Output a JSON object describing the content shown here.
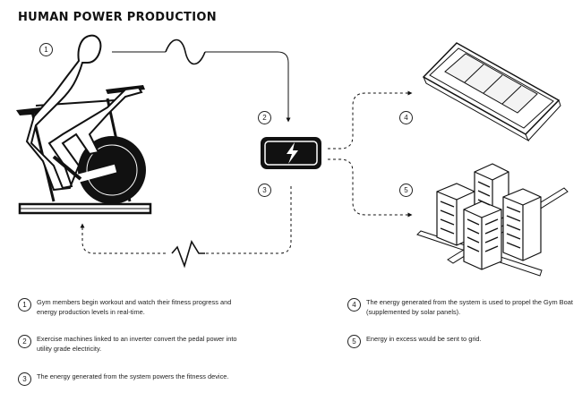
{
  "title": "HUMAN POWER PRODUCTION",
  "steps": {
    "s1": "1",
    "s2": "2",
    "s3": "3",
    "s4": "4",
    "s5": "5"
  },
  "legend": [
    {
      "num": "1",
      "text": "Gym members begin workout and watch their fitness progress and energy production levels in real-time."
    },
    {
      "num": "2",
      "text": "Exercise machines linked to an inverter convert the pedal power into utility grade electricity."
    },
    {
      "num": "3",
      "text": "The energy generated from the system powers the fitness device."
    },
    {
      "num": "4",
      "text": "The energy generated from the system is used to propel the Gym Boat (supplemented by solar panels)."
    },
    {
      "num": "5",
      "text": "Energy in excess would be sent to grid."
    }
  ],
  "icons": {
    "cyclist": "cyclist-on-exercise-bike",
    "inverter": "lightning-bolt-inverter",
    "boat": "solar-gym-boat",
    "city": "city-buildings-grid",
    "ac_wave": "sine-wave",
    "return_wave": "zigzag-wave"
  }
}
